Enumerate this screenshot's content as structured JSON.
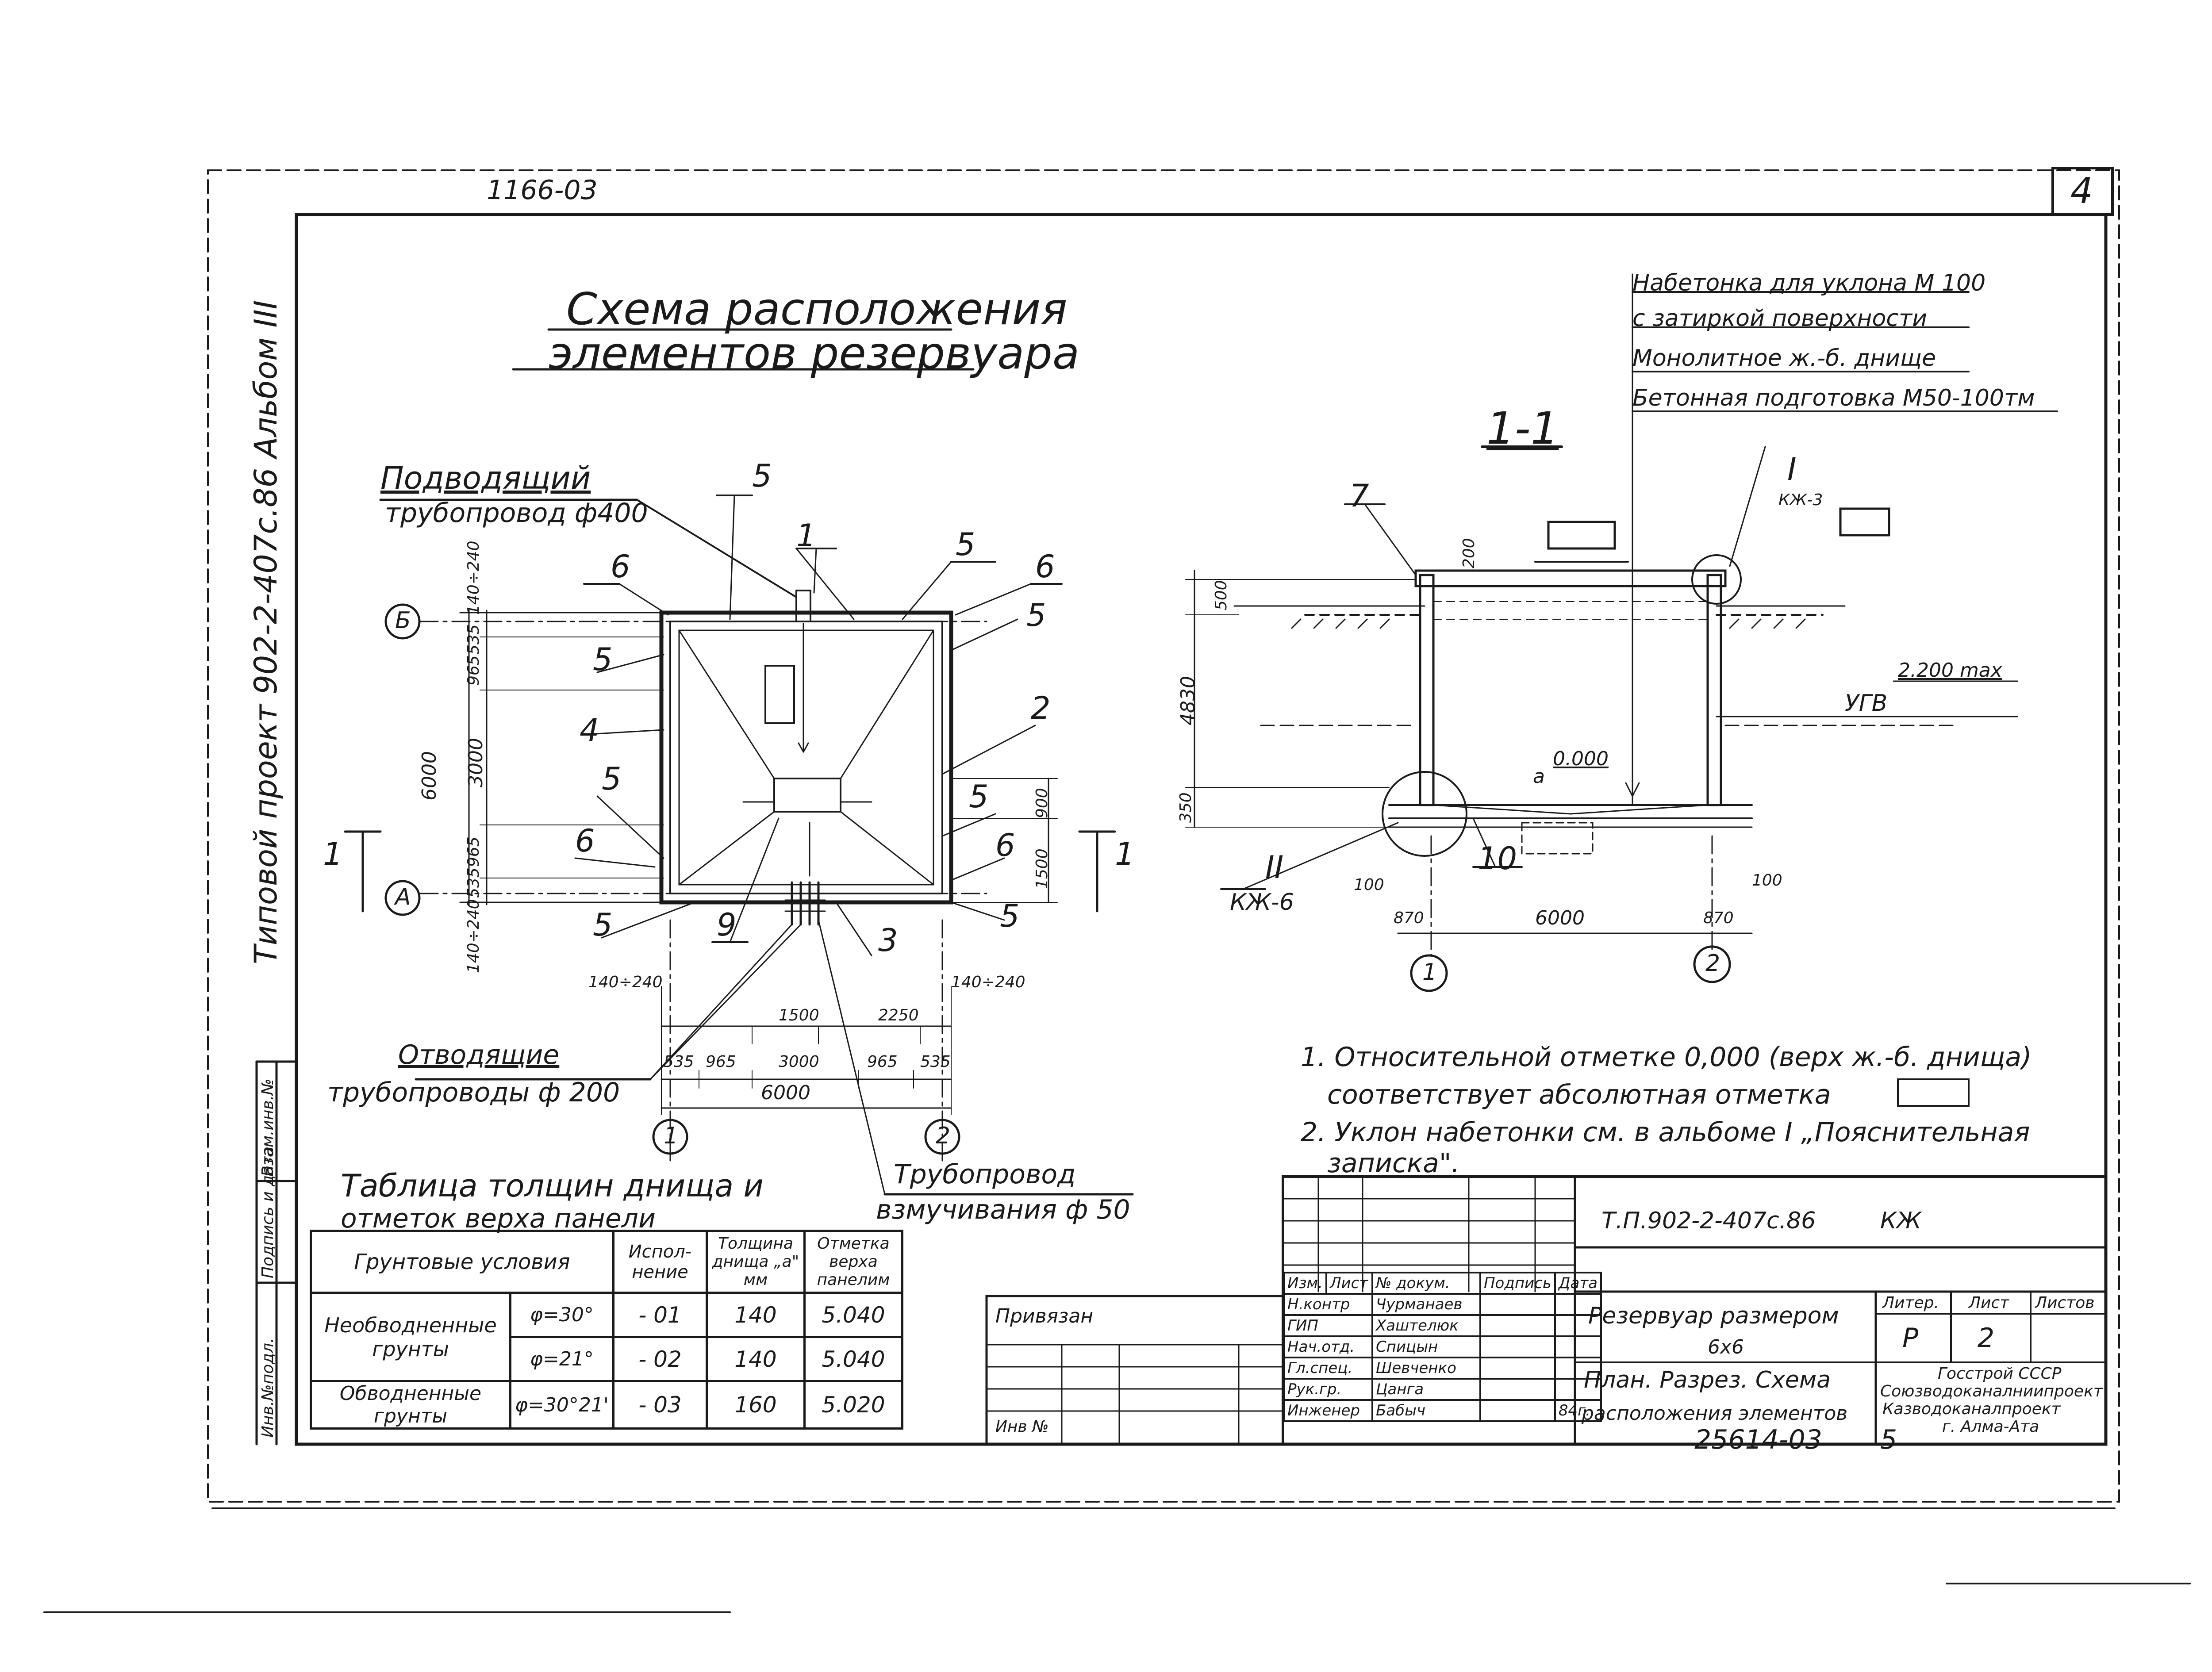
{
  "sheet": {
    "top_code": "1166-03",
    "page_number": "4",
    "title_line1": "Схема расположения",
    "title_line2": "элементов резервуара",
    "side_label": "Типовой проект 902-2-407с.86 Альбом III",
    "bottom_code": "25614-03",
    "bottom_page": "5"
  },
  "plan": {
    "inlet_label_1": "Подводящий",
    "inlet_label_2": "трубопровод ф400",
    "outlet_label_1": "Отводящие",
    "outlet_label_2": "трубопроводы ф 200",
    "agitation_label_1": "Трубопровод",
    "agitation_label_2": "взмучивания ф 50",
    "axis_b": "Б",
    "axis_a": "А",
    "axis_1": "1",
    "axis_2": "2",
    "section_mark": "1",
    "dims_left": [
      "140÷240",
      "535",
      "965",
      "3000",
      "965",
      "535",
      "140÷240",
      "6000"
    ],
    "dims_right": [
      "900",
      "1500"
    ],
    "dims_bottom": [
      "140÷240",
      "1500",
      "2250",
      "140÷240",
      "535",
      "965",
      "3000",
      "965",
      "535",
      "6000"
    ],
    "callouts": [
      "1",
      "2",
      "3",
      "4",
      "5",
      "6",
      "9"
    ]
  },
  "section": {
    "title": "1-1",
    "layer_1": "Набетонка для уклона М 100",
    "layer_1b": "с затиркой поверхности",
    "layer_2": "Монолитное ж.-б. днище",
    "layer_3": "Бетонная подготовка М50-100тм",
    "node_i": "I",
    "node_i_ref": "КЖ-3",
    "node_ii": "II",
    "node_ii_ref": "КЖ-6",
    "ugv": "УГВ",
    "ugv_level": "2.200 max",
    "zero_level": "0.000",
    "alpha": "а",
    "dims": [
      "200",
      "500",
      "4830",
      "350",
      "100",
      "870",
      "6000",
      "870",
      "100"
    ],
    "callouts": [
      "7",
      "10"
    ],
    "axis_1": "1",
    "axis_2": "2"
  },
  "notes": {
    "note_1a": "1. Относительной отметке 0,000 (верх ж.-б. днища)",
    "note_1b": "соответствует абсолютная отметка",
    "note_2a": "2. Уклон набетонки см. в альбоме I „Пояснительная",
    "note_2b": "записка\"."
  },
  "soil_table": {
    "title_1": "Таблица толщин днища и",
    "title_2": "отметок верха панели",
    "headers": [
      "Грунтовые условия",
      "Испол-нение",
      "Толщина днища „а\" мм",
      "Отметка верха панелим"
    ],
    "rows": [
      {
        "ground": "Необводненные грунты",
        "angle": "φ=30°",
        "exec": "- 01",
        "thickness": "140",
        "mark": "5.040"
      },
      {
        "ground": "",
        "angle": "φ=21°",
        "exec": "- 02",
        "thickness": "140",
        "mark": "5.040"
      },
      {
        "ground": "Обводненные грунты",
        "angle": "φ=30°21'",
        "exec": "- 03",
        "thickness": "160",
        "mark": "5.020"
      }
    ]
  },
  "stamp": {
    "doc_code": "Т.П.902-2-407с.86",
    "doc_mark": "КЖ",
    "object_1": "Резервуар размером",
    "object_2": "6x6",
    "sheet_1": "План. Разрез. Схема",
    "sheet_2": "расположения элементов",
    "col_liter": "Литер.",
    "col_list": "Лист",
    "col_listov": "Листов",
    "liter": "Р",
    "list": "2",
    "org_1": "Госстрой СССР",
    "org_2": "Союзводоканалниипроект",
    "org_3": "Казводоканалпроект",
    "org_4": "г. Алма-Ата",
    "bound": "Привязан",
    "inv": "Инв №",
    "hdr": [
      "Изм.",
      "Лист",
      "№ докум.",
      "Подпись",
      "Дата"
    ],
    "people": [
      {
        "role": "Н.контр",
        "name": "Чурманаев"
      },
      {
        "role": "ГИП",
        "name": "Хаштелюк"
      },
      {
        "role": "Нач.отд.",
        "name": "Спицын"
      },
      {
        "role": "Гл.спец.",
        "name": "Шевченко"
      },
      {
        "role": "Рук.гр.",
        "name": "Цанга"
      },
      {
        "role": "Инженер",
        "name": "Бабыч"
      }
    ],
    "year": "84г.",
    "left_col": [
      "Инв.№подл.",
      "Подпись и дата",
      "Взам.инв.№"
    ]
  }
}
